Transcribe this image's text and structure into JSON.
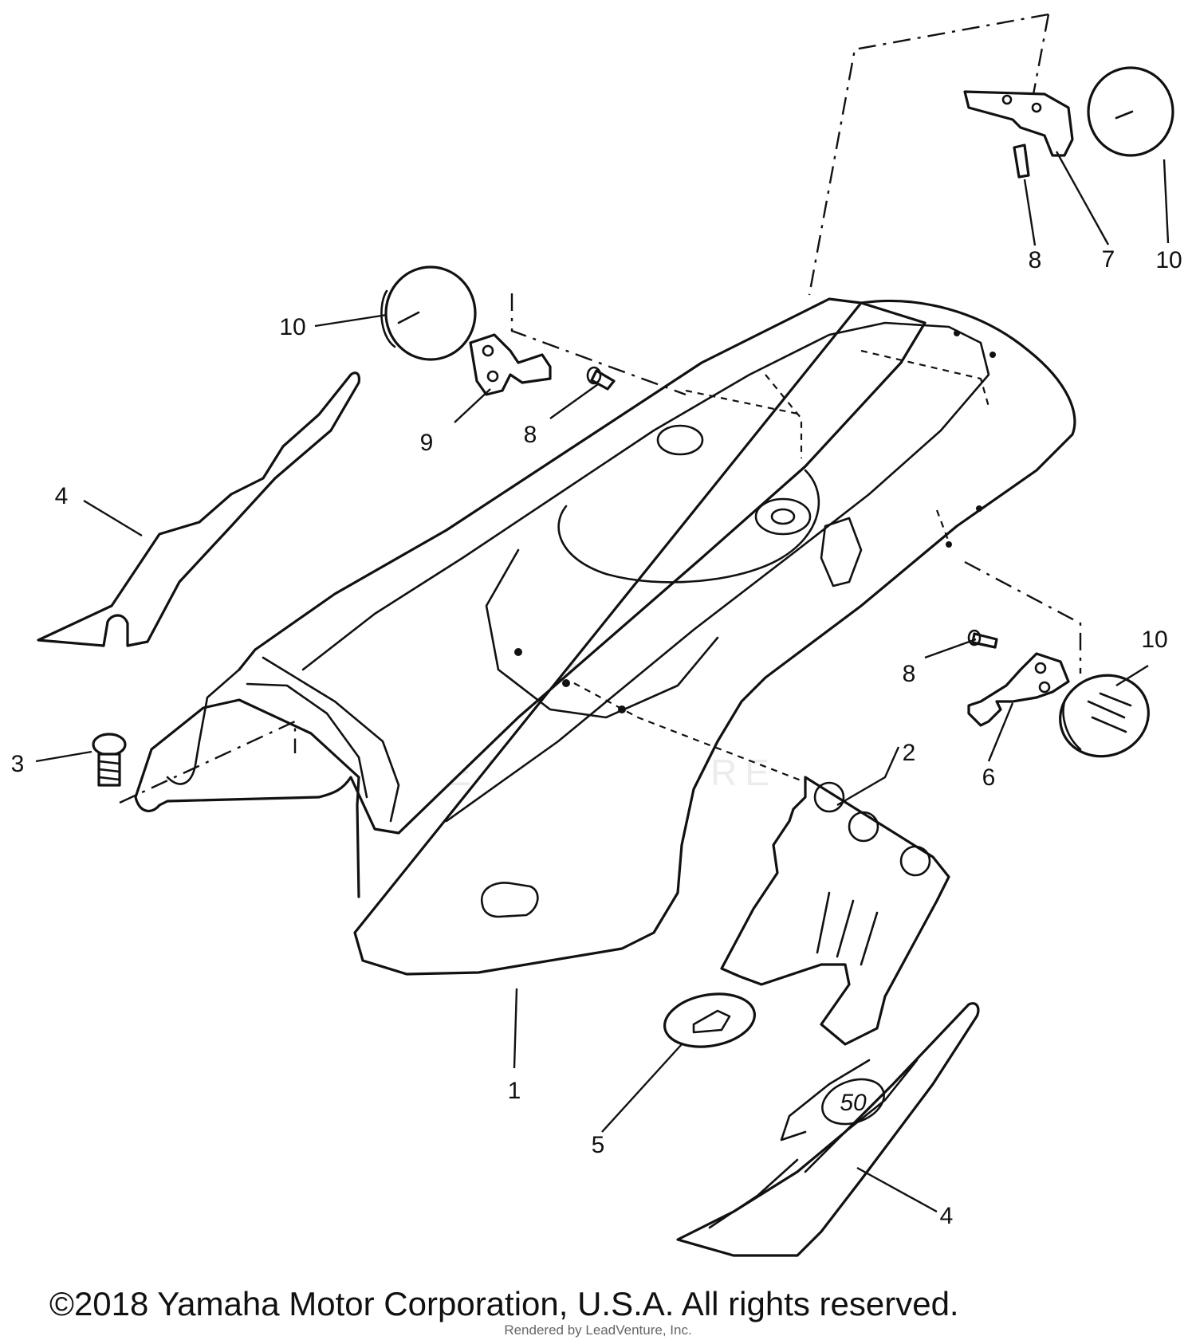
{
  "diagram": {
    "callouts": {
      "c1": "1",
      "c2": "2",
      "c3": "3",
      "c4a": "4",
      "c4b": "4",
      "c5": "5",
      "c6": "6",
      "c7": "7",
      "c8a": "8",
      "c8b": "8",
      "c8c": "8",
      "c9": "9",
      "c10a": "10",
      "c10b": "10",
      "c10c": "10"
    },
    "decal_text": "50",
    "watermark": "LEADVENTURE",
    "copyright": "©2018 Yamaha Motor Corporation, U.S.A. All rights reserved.",
    "credit": "Rendered by LeadVenture, Inc."
  }
}
